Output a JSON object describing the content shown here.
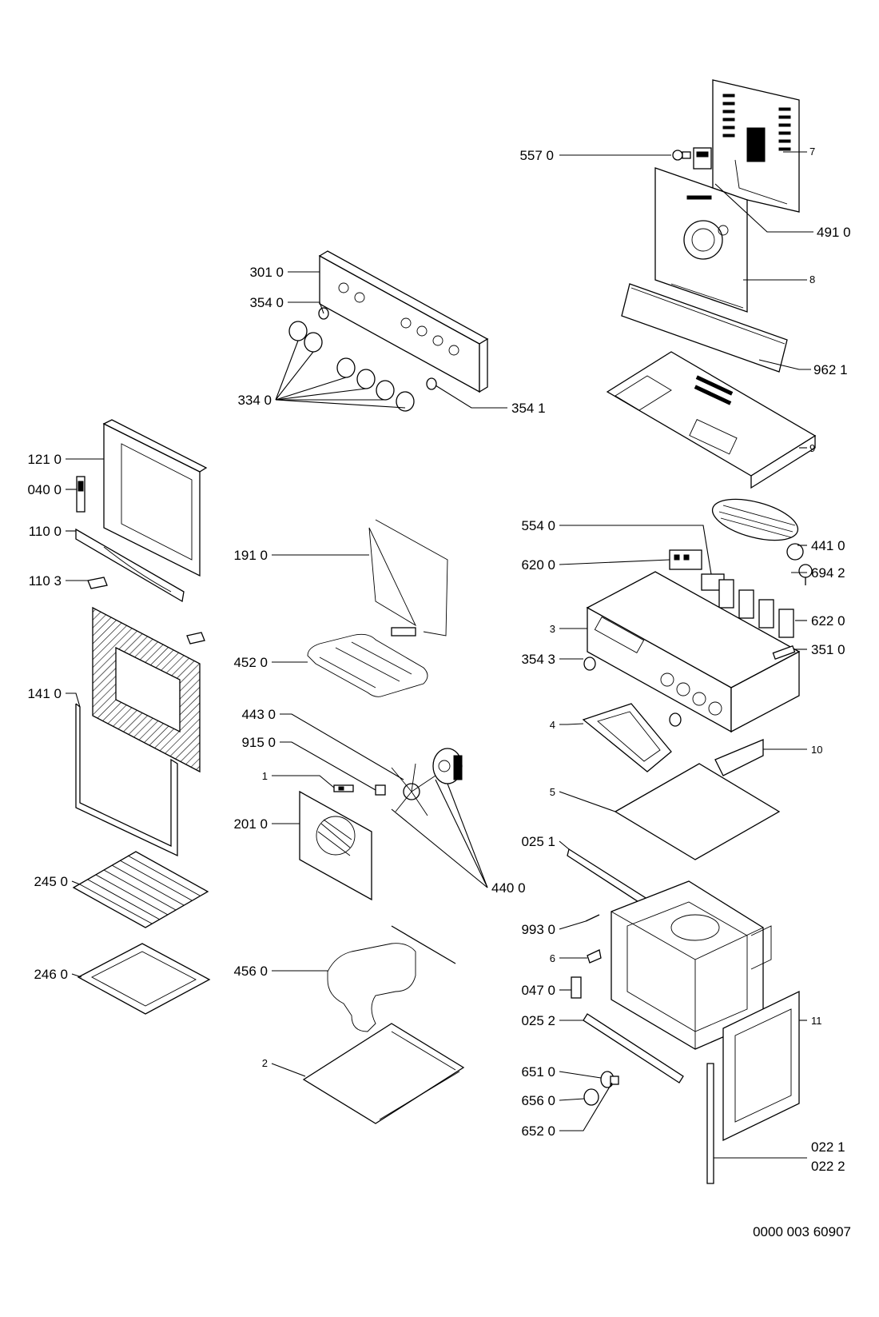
{
  "labels": {
    "l5570": "557 0",
    "l7": "7",
    "l4910": "491 0",
    "l8": "8",
    "l9621": "962 1",
    "l9": "9",
    "l3010": "301 0",
    "l3540": "354 0",
    "l3340": "334 0",
    "l3541": "354 1",
    "l1210": "121 0",
    "l0400": "040 0",
    "l1100": "110 0",
    "l1103": "110 3",
    "l1410": "141 0",
    "l1910": "191 0",
    "l4520": "452 0",
    "l4430": "443 0",
    "l9150": "915 0",
    "l1": "1",
    "l2010": "201 0",
    "l4400": "440 0",
    "l2450": "245 0",
    "l2460": "246 0",
    "l4560": "456 0",
    "l2": "2",
    "l5540": "554 0",
    "l4410": "441 0",
    "l6200": "620 0",
    "l6942": "694 2",
    "l3": "3",
    "l6220": "622 0",
    "l3510": "351 0",
    "l3543": "354 3",
    "l4": "4",
    "l10": "10",
    "l5": "5",
    "l0251": "025 1",
    "l9930": "993 0",
    "l6": "6",
    "l0470": "047 0",
    "l0252": "025 2",
    "l11": "11",
    "l6510": "651 0",
    "l6560": "656 0",
    "l6520": "652 0",
    "l0221": "022 1",
    "l0222": "022 2"
  },
  "drawing_number": "0000 003 60907"
}
